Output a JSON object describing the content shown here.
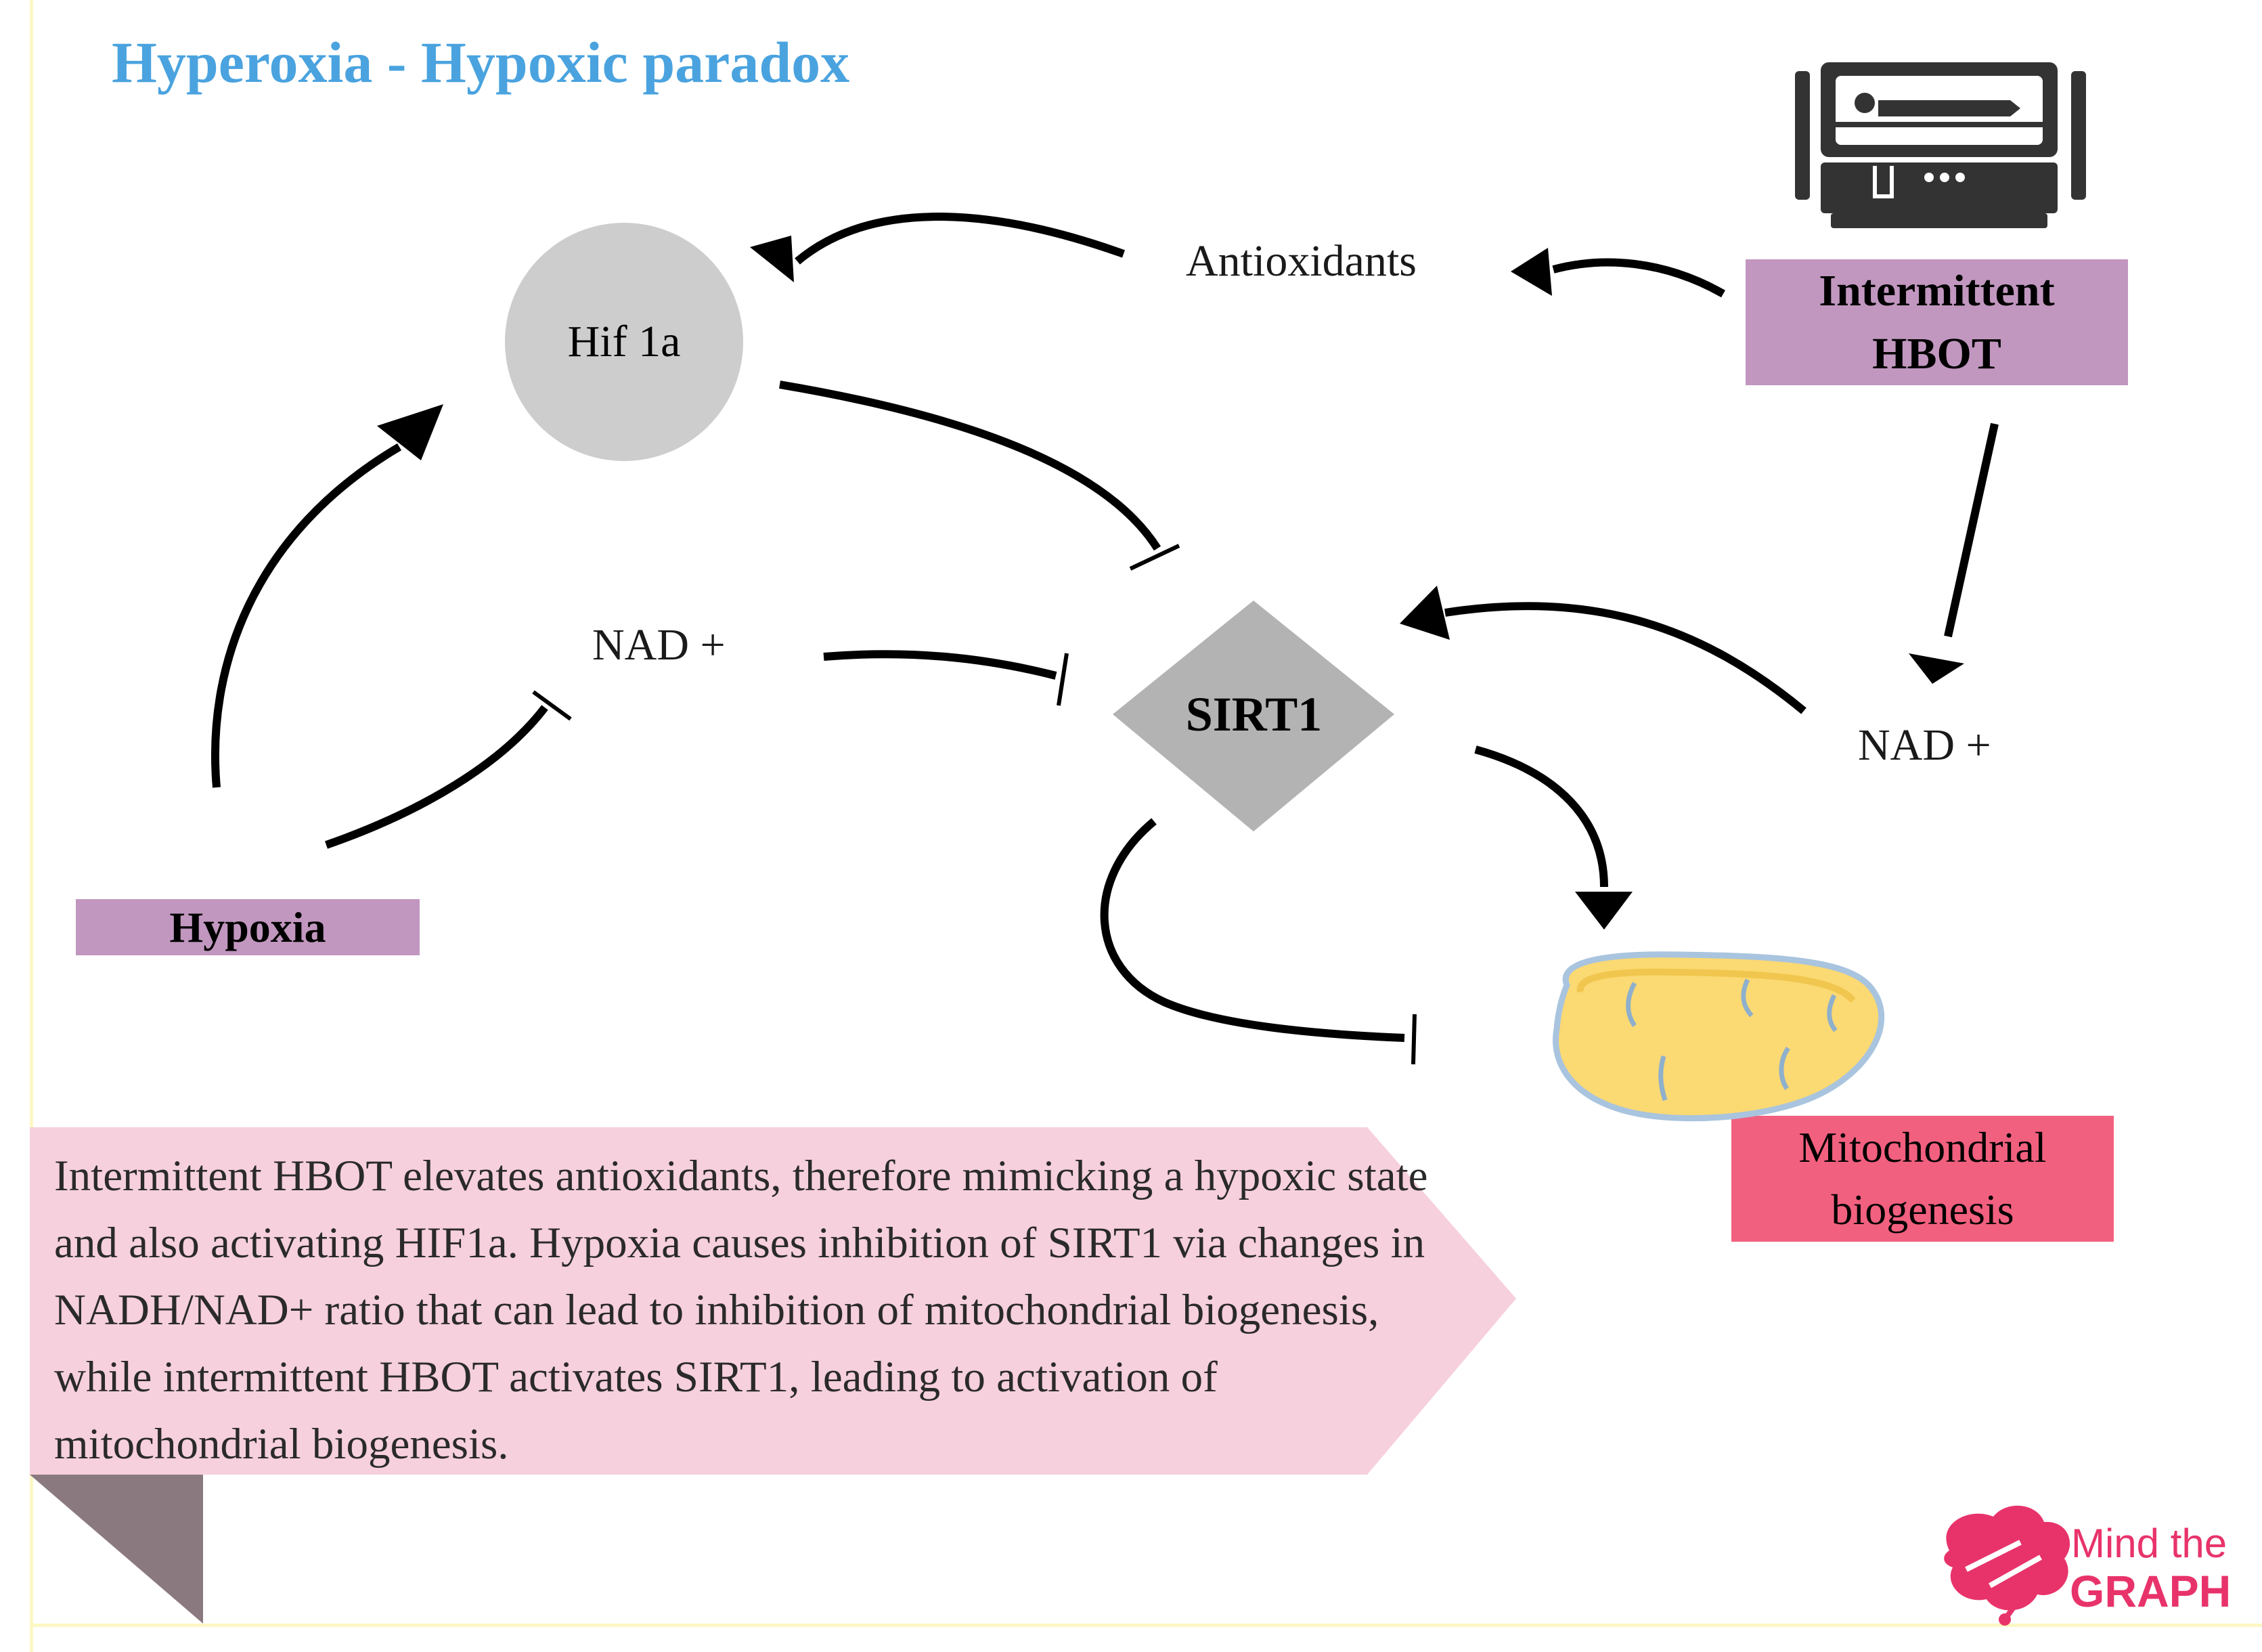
{
  "title": "Hyperoxia - Hypoxic paradox",
  "nodes": {
    "hif": "Hif 1a",
    "sirt1": "SIRT1",
    "antioxidants": "Antioxidants",
    "nad_left": "NAD +",
    "nad_right": "NAD +",
    "hbot": "Intermittent\nHBOT",
    "hypoxia": "Hypoxia",
    "mito_label": "Mitochondrial\nbiogenesis"
  },
  "description": "Intermittent HBOT elevates antioxidants, therefore mimicking a hypoxic state and also activating HIF1a. Hypoxia causes inhibition of SIRT1 via changes in NADH/NAD+ ratio that can lead to inhibition of mitochondrial biogenesis, while intermittent HBOT activates SIRT1, leading to activation of mitochondrial biogenesis.",
  "brand": {
    "line1": "Mind the",
    "line2": "GRAPH"
  },
  "colors": {
    "title": "#4aa3df",
    "hbot_box": "#c197bf",
    "hypoxia_box": "#c197bf",
    "mito_box": "#f2607f",
    "hif_circle": "#cdcdcd",
    "sirt1_diamond": "#b3b3b3",
    "description_banner": "#f6d0dc",
    "brand": "#e8336a"
  },
  "icons": [
    "hyperbaric-chamber-icon",
    "mitochondrion-icon",
    "brain-logo-icon"
  ]
}
